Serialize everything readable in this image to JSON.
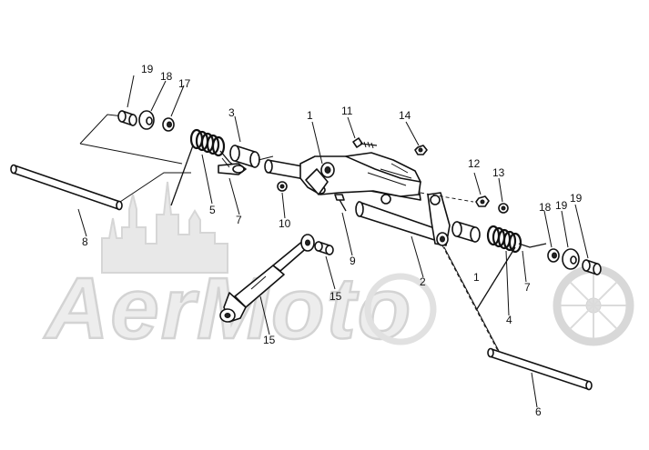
{
  "watermark": {
    "text": "AerMoto"
  },
  "callouts": [
    {
      "id": "c1",
      "label": "1"
    },
    {
      "id": "c2",
      "label": "2"
    },
    {
      "id": "c3",
      "label": "3"
    },
    {
      "id": "c4",
      "label": "4"
    },
    {
      "id": "c5",
      "label": "5"
    },
    {
      "id": "c6",
      "label": "6"
    },
    {
      "id": "c7a",
      "label": "7"
    },
    {
      "id": "c7b",
      "label": "7"
    },
    {
      "id": "c8",
      "label": "8"
    },
    {
      "id": "c9",
      "label": "9"
    },
    {
      "id": "c10",
      "label": "10"
    },
    {
      "id": "c11",
      "label": "11"
    },
    {
      "id": "c12",
      "label": "12"
    },
    {
      "id": "c13",
      "label": "13"
    },
    {
      "id": "c14",
      "label": "14"
    },
    {
      "id": "c15",
      "label": "15"
    },
    {
      "id": "c16",
      "label": "16"
    },
    {
      "id": "c17a",
      "label": "17"
    },
    {
      "id": "c17b",
      "label": "17"
    },
    {
      "id": "c18a",
      "label": "18"
    },
    {
      "id": "c18b",
      "label": "18"
    },
    {
      "id": "c19a",
      "label": "19"
    },
    {
      "id": "c19b",
      "label": "19"
    },
    {
      "id": "c1b",
      "label": "1"
    }
  ]
}
